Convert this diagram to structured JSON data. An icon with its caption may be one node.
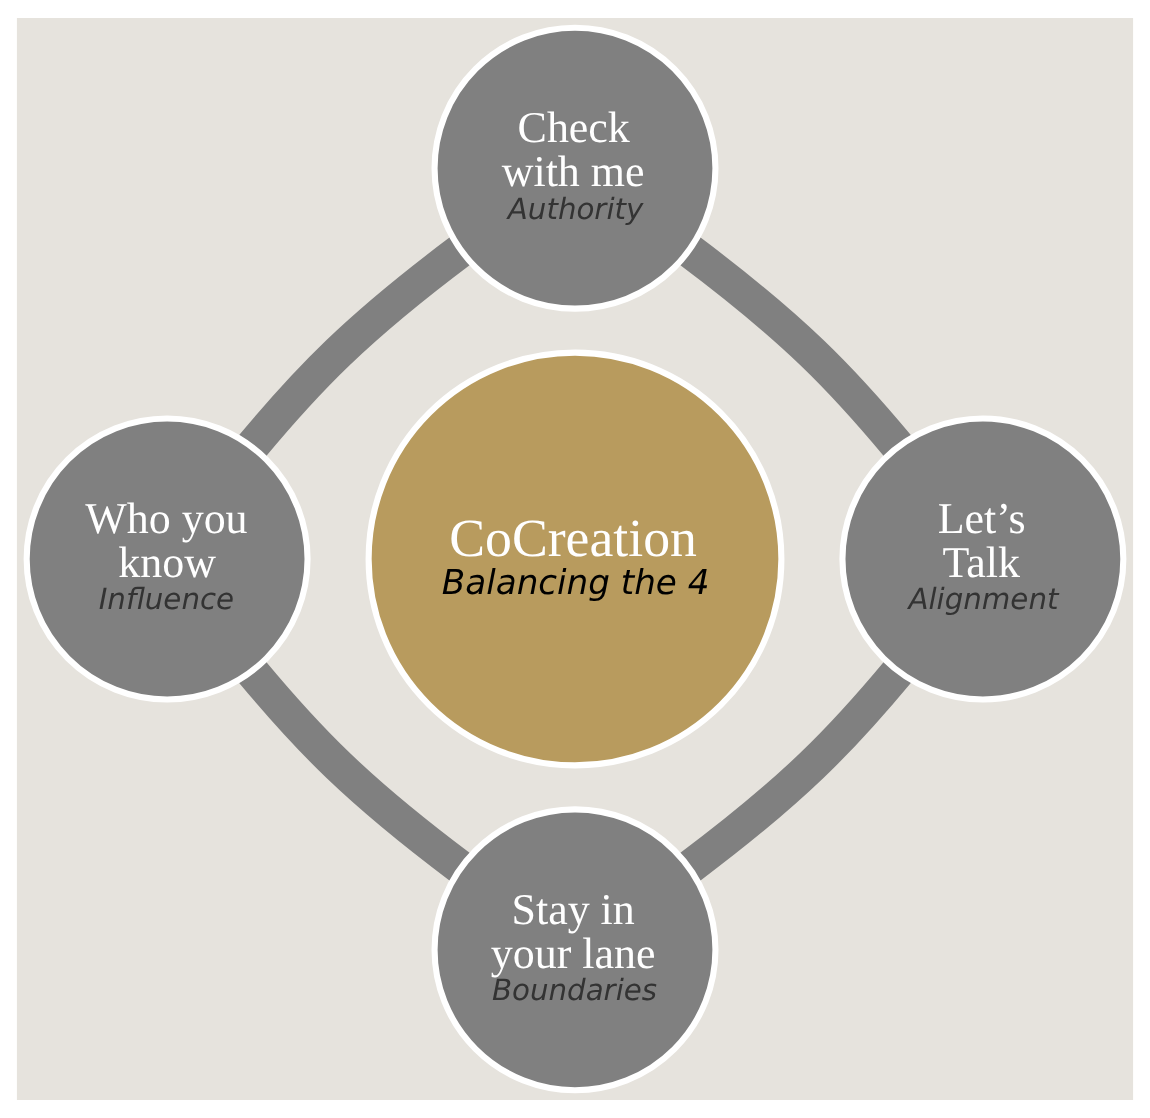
{
  "diagram": {
    "nodes": [
      {
        "text": [
          "Check with me",
          "Authority"
        ]
      },
      {
        "text": [
          "Who you know",
          "Influence"
        ]
      },
      {
        "text": [
          "CoCreation",
          "Balancing the 4"
        ]
      },
      {
        "text": [
          "Let’s Talk",
          "Alignment"
        ]
      },
      {
        "text": [
          "Stay in your lane",
          "Boundaries"
        ]
      }
    ],
    "edges": [
      {
        "from": 0,
        "to": 3,
        "arrow": "none"
      },
      {
        "from": 3,
        "to": 4,
        "arrow": "none"
      },
      {
        "from": 1,
        "to": 4,
        "arrow": "none"
      },
      {
        "from": 0,
        "to": 1,
        "arrow": "none"
      }
    ]
  }
}
